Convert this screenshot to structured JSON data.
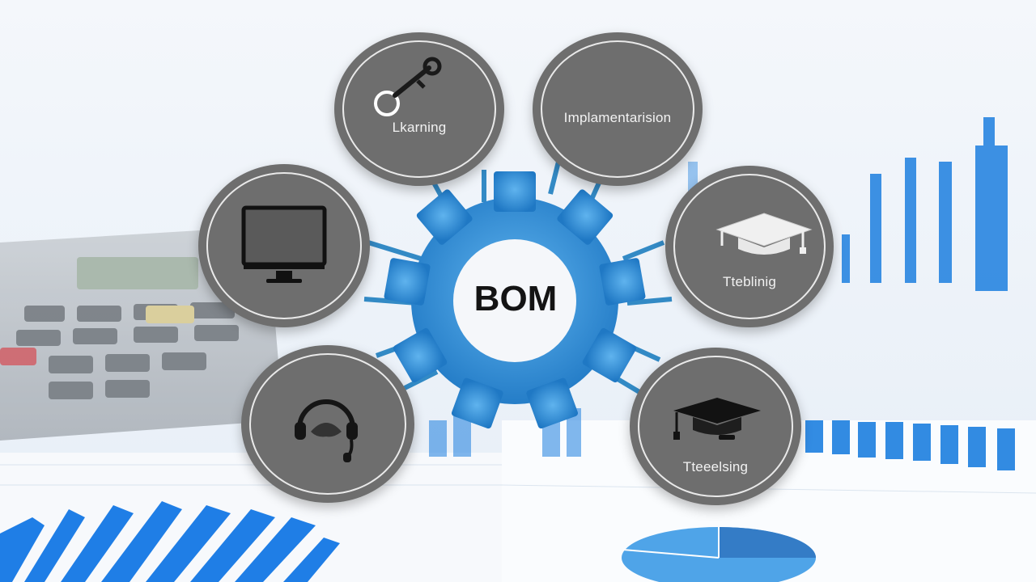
{
  "hub": {
    "label": "BOM"
  },
  "nodes": [
    {
      "id": "learning",
      "label": "Lkarning",
      "icon": "key-icon"
    },
    {
      "id": "implementation",
      "label": "Implamentarision",
      "icon": "none"
    },
    {
      "id": "monitor",
      "label": "",
      "icon": "monitor-icon"
    },
    {
      "id": "training",
      "label": "Tteblinig",
      "icon": "graduation-cap-icon"
    },
    {
      "id": "support",
      "label": "",
      "icon": "headset-icon"
    },
    {
      "id": "teaching",
      "label": "Tteeelsing",
      "icon": "graduation-cap-icon"
    }
  ],
  "colors": {
    "node_fill": "#6e6e6e",
    "gear_blue": "#2b8fd6",
    "connector": "#1f7fc0",
    "chart_blue": "#1d7fe0"
  }
}
